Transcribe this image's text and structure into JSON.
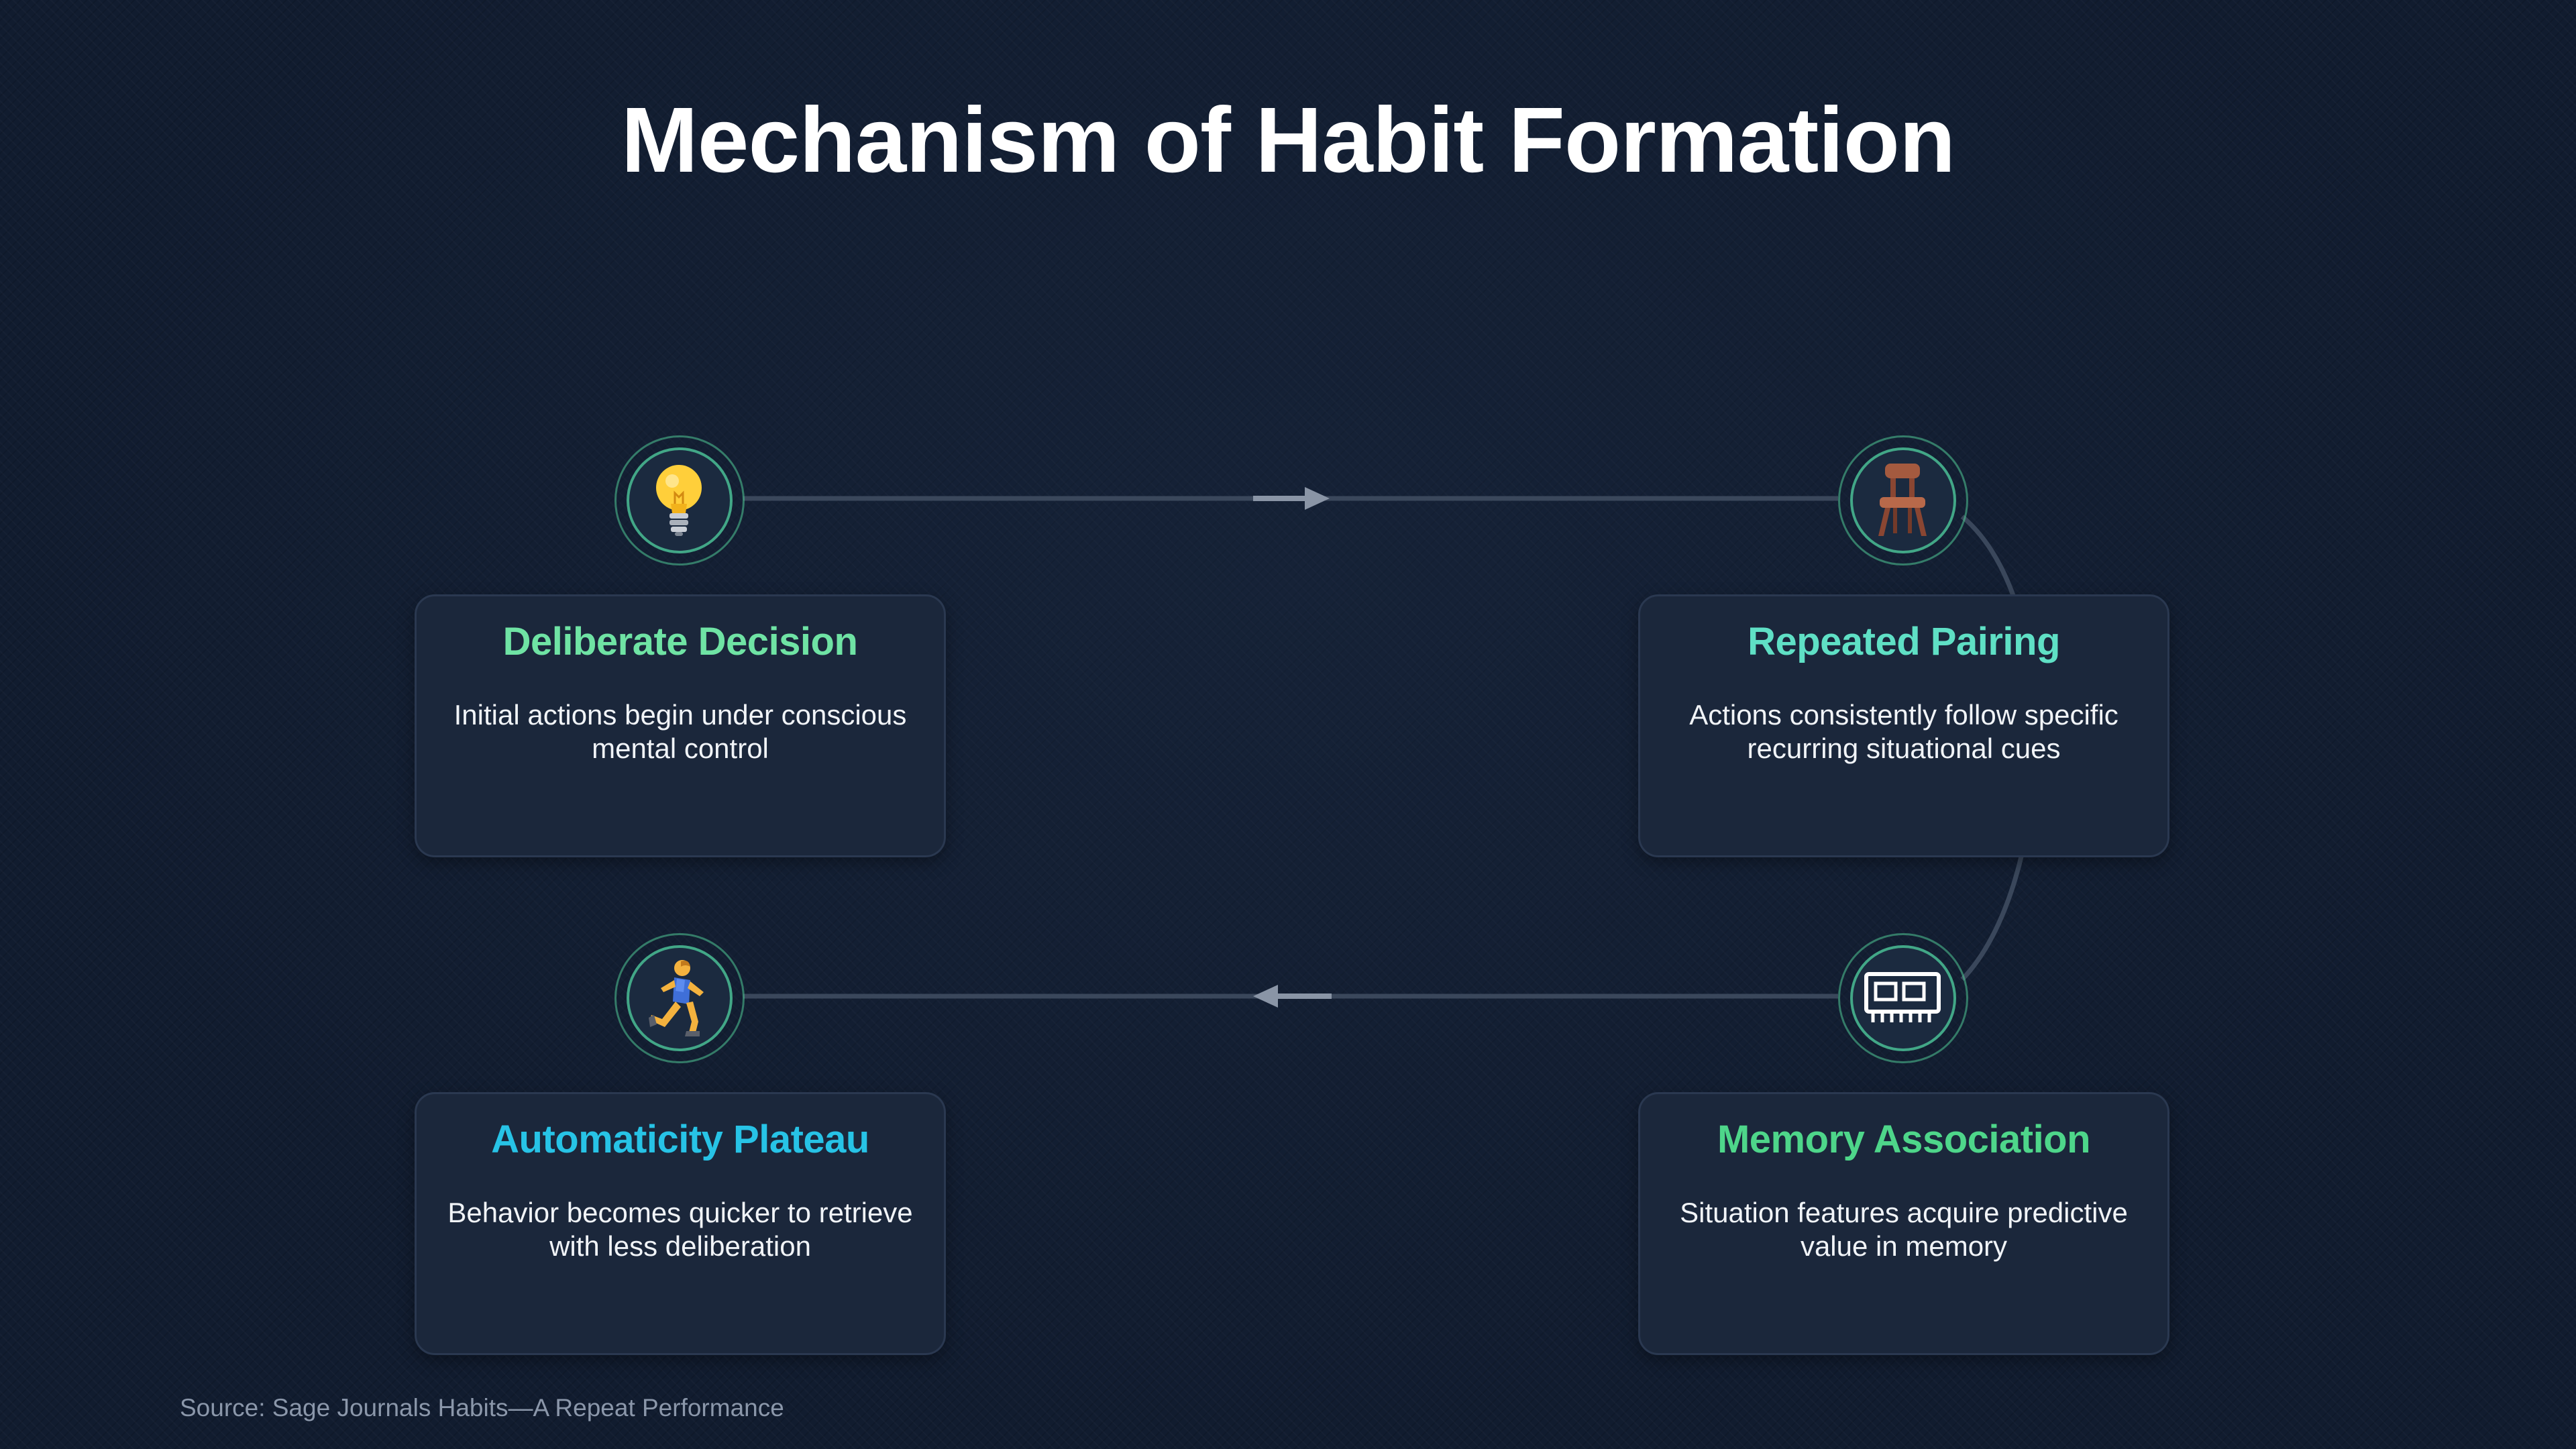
{
  "title": "Mechanism of Habit Formation",
  "steps": [
    {
      "title": "Deliberate Decision",
      "description": "Initial actions begin under conscious mental control",
      "icon": "lightbulb-icon",
      "title_color": "#6fe3a4"
    },
    {
      "title": "Repeated Pairing",
      "description": "Actions consistently follow specific recurring situational cues",
      "icon": "chair-icon",
      "title_color": "#5fe0c5"
    },
    {
      "title": "Memory Association",
      "description": "Situation features acquire predictive value in memory",
      "icon": "memory-chip-icon",
      "title_color": "#4ed68a"
    },
    {
      "title": "Automaticity Plateau",
      "description": "Behavior becomes quicker to retrieve with less deliberation",
      "icon": "running-person-icon",
      "title_color": "#27c3e6"
    }
  ],
  "source": "Source: Sage Journals Habits—A Repeat Performance"
}
